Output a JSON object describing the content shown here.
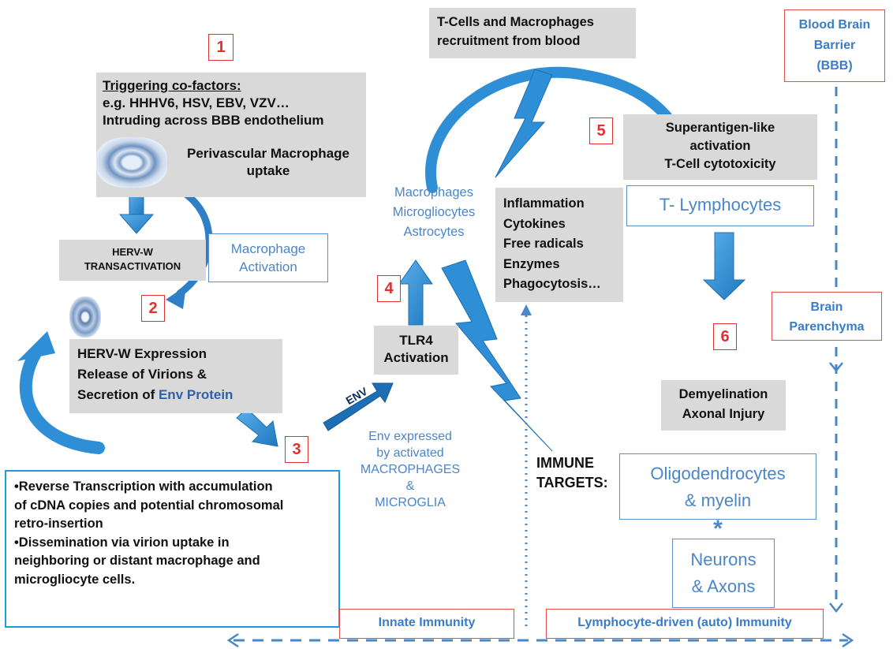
{
  "steps": [
    "1",
    "2",
    "3",
    "4",
    "5",
    "6"
  ],
  "triggering": {
    "title": "Triggering co-factors:",
    "line1": "e.g. HHHV6, HSV, EBV, VZV…",
    "line2": "Intruding across BBB endothelium",
    "uptake1": "Perivascular Macrophage",
    "uptake2": "uptake"
  },
  "herv_transactivation": {
    "line1": "HERV-W",
    "line2": "TRANSACTIVATION"
  },
  "macrophage_activation": {
    "line1": "Macrophage",
    "line2": "Activation"
  },
  "herv_expression": {
    "line1": "HERV-W Expression",
    "line2": "Release of Virions &",
    "line3a": "Secretion of ",
    "line3b": "Env Protein"
  },
  "reverse_transcription": {
    "bullet1_l1": "•Reverse Transcription with accumulation",
    "bullet1_l2": "of cDNA copies and potential chromosomal",
    "bullet1_l3": "retro-insertion",
    "bullet2_l1": "•Dissemination via virion uptake in",
    "bullet2_l2": "neighboring or distant macrophage and",
    "bullet2_l3": "microgliocyte cells."
  },
  "env_arrow_label": "ENV",
  "tlr4": {
    "line1": "TLR4",
    "line2": "Activation"
  },
  "glia": {
    "line1": "Macrophages",
    "line2": "Microgliocytes",
    "line3": "Astrocytes"
  },
  "env_expressed": {
    "line1": "Env expressed",
    "line2": "by activated",
    "line3": "MACROPHAGES &",
    "line4": "MICROGLIA"
  },
  "inflammation": {
    "line1": "Inflammation",
    "line2": "Cytokines",
    "line3": "Free radicals",
    "line4": "Enzymes",
    "line5": "Phagocytosis…"
  },
  "recruitment": {
    "line1": "T-Cells and  Macrophages",
    "line2": "recruitment from blood"
  },
  "superantigen": {
    "line1": "Superantigen-like",
    "line2": "activation",
    "line3": "T-Cell cytotoxicity"
  },
  "t_lymphocytes": "T- Lymphocytes",
  "bbb": {
    "line1": "Blood Brain",
    "line2": "Barrier",
    "line3": "(BBB)"
  },
  "brain_parenchyma": {
    "line1": "Brain",
    "line2": "Parenchyma"
  },
  "demyelination": {
    "line1": "Demyelination",
    "line2": "Axonal Injury"
  },
  "immune_targets": {
    "line1": "IMMUNE",
    "line2": "TARGETS:"
  },
  "oligodendrocytes": {
    "line1": "Oligodendrocytes",
    "line2": "& myelin"
  },
  "asterisk": "*",
  "neurons": {
    "line1": "Neurons",
    "line2": "& Axons"
  },
  "innate_immunity": "Innate Immunity",
  "lymphocyte_immunity": "Lymphocyte-driven (auto) Immunity",
  "colors": {
    "arrow_blue": "#2f8fd6",
    "text_blue": "#4a86c8",
    "step_red": "#e03030",
    "box_gray": "#d9d9d9"
  }
}
